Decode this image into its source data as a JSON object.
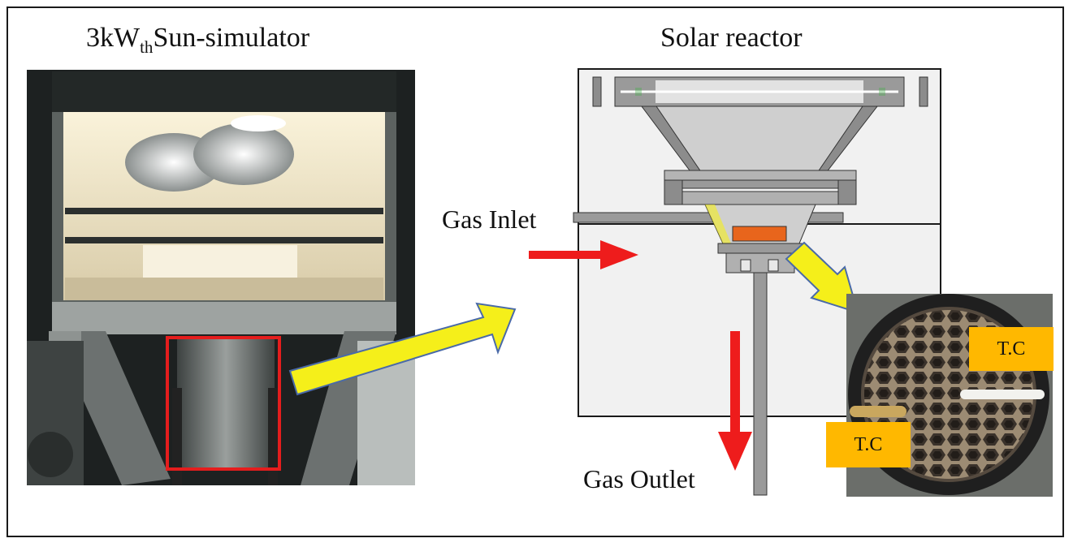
{
  "titles": {
    "left_main_a": "3kW",
    "left_sub": "th",
    "left_main_b": "Sun-simulator",
    "right": "Solar reactor"
  },
  "labels": {
    "gas_inlet": "Gas Inlet",
    "gas_outlet": "Gas Outlet",
    "tc_top": "T.C",
    "tc_bottom": "T.C"
  },
  "colors": {
    "arrow_yellow": "#f5ef1a",
    "arrow_red": "#ee1c1c",
    "highlight_box": "#e51d1d",
    "tc_label_bg": "#ffb800",
    "sample": "#e8651c"
  }
}
